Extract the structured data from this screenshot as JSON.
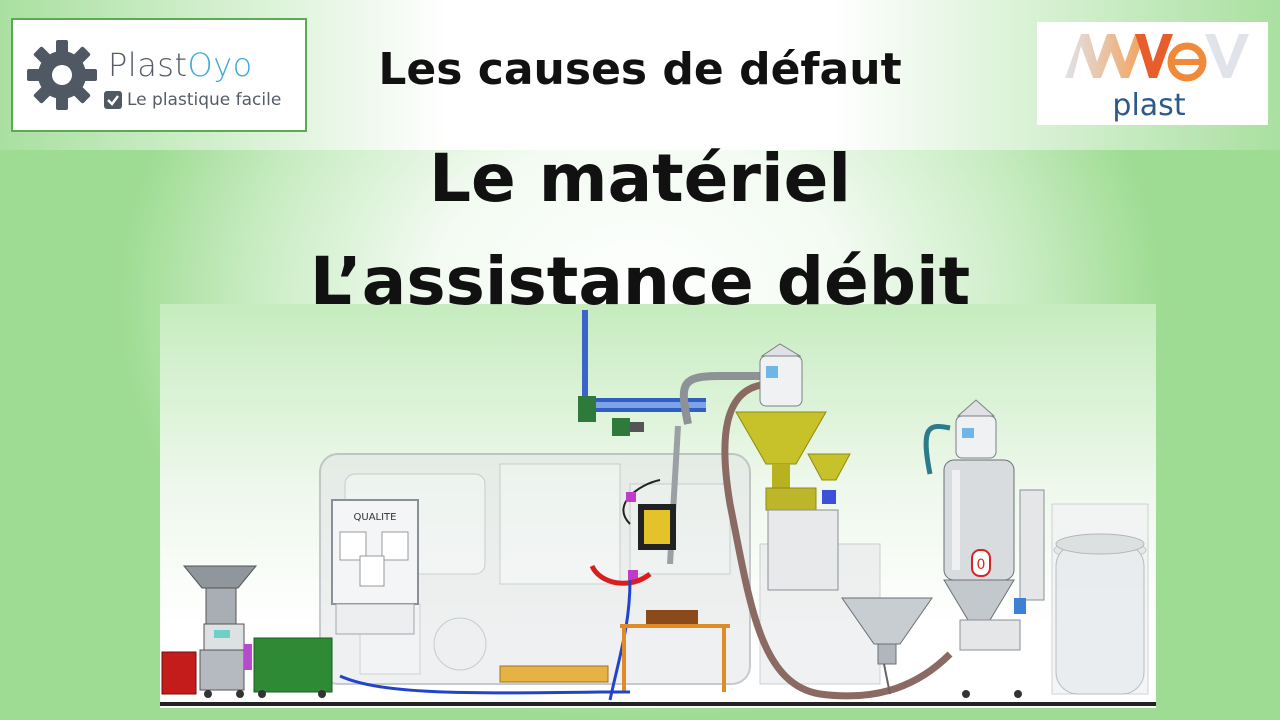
{
  "logos": {
    "plastoyo": {
      "brand_first": "Plast",
      "brand_second": "Oyo",
      "tagline": "Le plastique facile",
      "icon": "gear-icon",
      "check_icon": "checkbox-icon",
      "brand_color": "#555c66",
      "accent_color": "#3fa9d8"
    },
    "awev": {
      "wordmark": "AWeV",
      "subtitle": "plast",
      "colors": [
        "#f4a15a",
        "#e75d2b",
        "#2d5b87"
      ]
    }
  },
  "headings": {
    "causes": "Les causes de défaut",
    "materiel": "Le matériel",
    "assistance": "L’assistance débit"
  },
  "illustration": {
    "panel_label": "QUALITE",
    "dryer_label": "0"
  }
}
